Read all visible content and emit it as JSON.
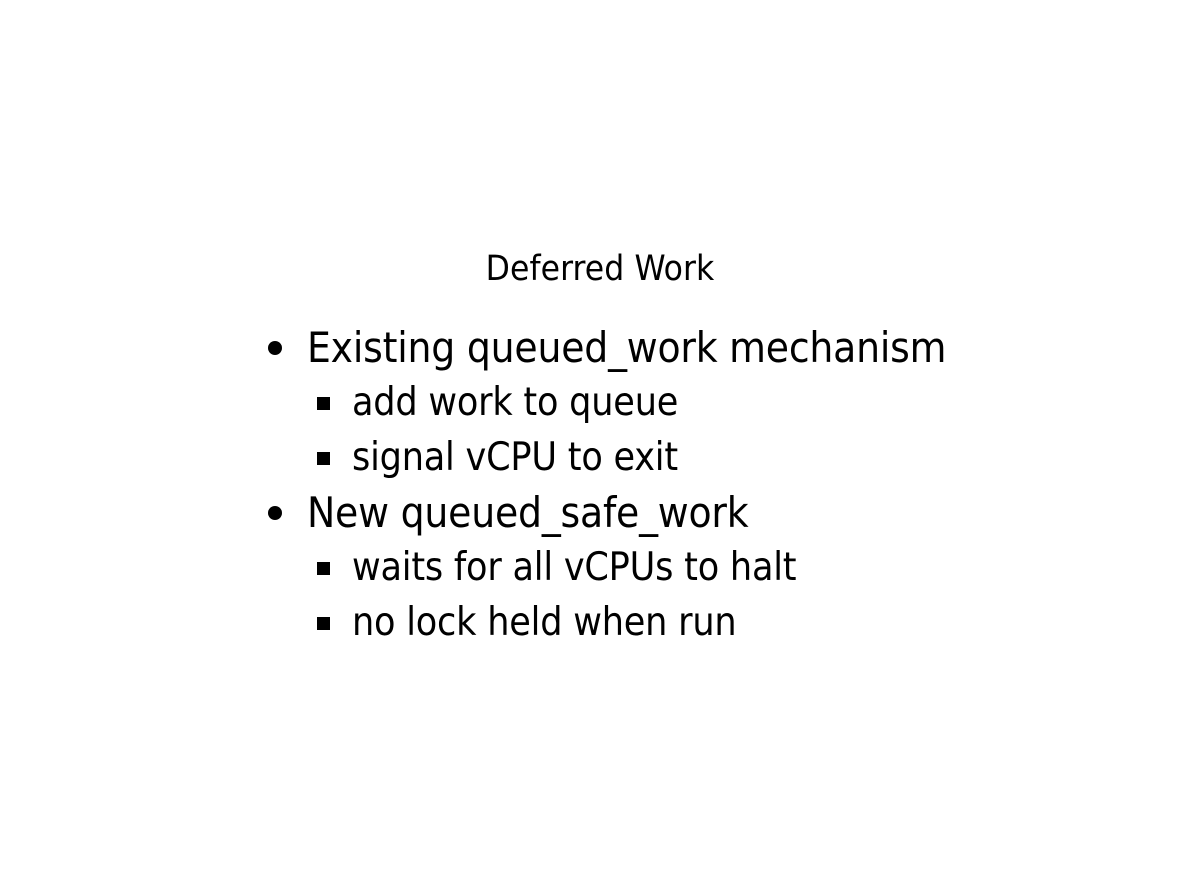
{
  "slide": {
    "title": "Deferred Work",
    "background_color": "#ffffff",
    "text_color": "#000000",
    "bullets": [
      {
        "level": 1,
        "marker": "filled-circle",
        "text": "Existing queued_work mechanism"
      },
      {
        "level": 2,
        "marker": "filled-square",
        "text": "add work to queue"
      },
      {
        "level": 2,
        "marker": "filled-square",
        "text": "signal vCPU to exit"
      },
      {
        "level": 1,
        "marker": "filled-circle",
        "text": "New queued_safe_work"
      },
      {
        "level": 2,
        "marker": "filled-square",
        "text": "waits for all vCPUs to halt"
      },
      {
        "level": 2,
        "marker": "filled-square",
        "text": "no lock held when run"
      }
    ]
  }
}
